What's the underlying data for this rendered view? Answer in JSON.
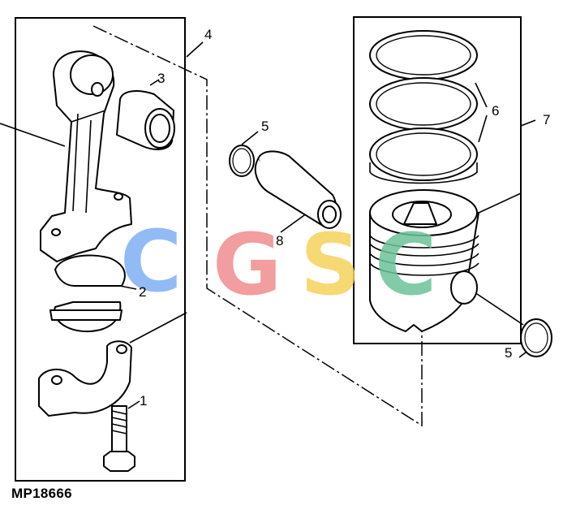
{
  "figure_id": "MP18666",
  "watermark": {
    "letters": [
      "C",
      "G",
      "S",
      "C"
    ],
    "colors": [
      "#7fb0f5",
      "#f08d8f",
      "#f5d35b",
      "#6cc39a"
    ]
  },
  "callouts": {
    "bolt": "1",
    "bearing": "2",
    "bushing": "3",
    "rod_group": "4",
    "retainer_top": "5",
    "retainer_bottom": "5",
    "rings": "6",
    "piston_group": "7",
    "pin": "8"
  }
}
